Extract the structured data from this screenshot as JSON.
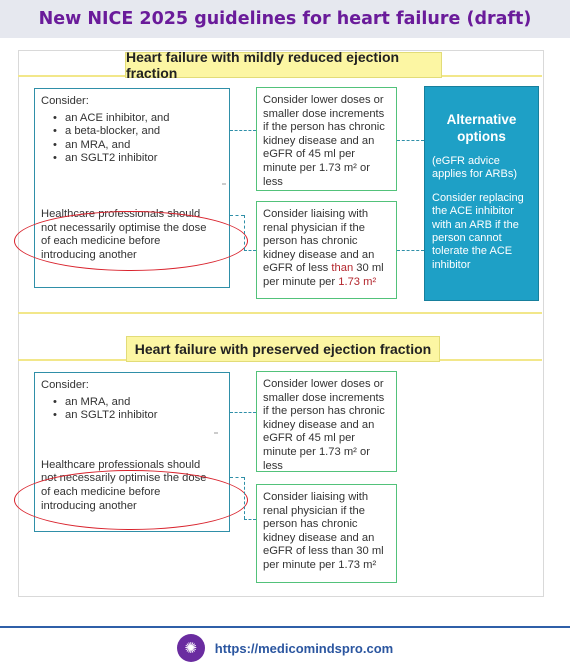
{
  "header": {
    "title": "New NICE 2025 guidelines for heart failure (draft)"
  },
  "section1": {
    "title": "Heart failure with mildly reduced ejection fraction",
    "consider_label": "Consider:",
    "items": [
      "an ACE inhibitor, and",
      "a beta-blocker, and",
      "an MRA, and",
      "an SGLT2 inhibitor"
    ],
    "hcp_note": "Healthcare professionals should not necessarily optimise the dose of each medicine before introducing another",
    "ckd_doses": "Consider lower doses or smaller dose increments if the person has chronic kidney disease and an eGFR of 45 ml per minute per 1.73 m² or less",
    "renal_liaise_a": "Consider liaising with renal physician if the person has chronic kidney disease and an eGFR of less ",
    "renal_than": "than",
    "renal_liaise_b": " 30 ml per minute per ",
    "renal_unit": "1.73 m²"
  },
  "alternative": {
    "title": "Alternative options",
    "egfr_note": "(eGFR advice applies for ARBs)",
    "replace_note": "Consider replacing the ACE inhibitor with an ARB if the person cannot tolerate the ACE inhibitor"
  },
  "section2": {
    "title": "Heart failure with preserved ejection fraction",
    "consider_label": "Consider:",
    "items": [
      "an MRA, and",
      "an SGLT2 inhibitor"
    ],
    "hcp_note": "Healthcare professionals should not necessarily optimise the dose of each medicine before introducing another",
    "ckd_doses": "Consider lower doses or smaller dose increments if the person has chronic kidney disease and an eGFR of 45 ml per minute per 1.73 m² or less",
    "renal_liaise": "Consider liaising with renal physician if the person has chronic kidney disease and an eGFR of less than 30 ml per minute per 1.73 m²"
  },
  "footer": {
    "url": "https://medicomindspro.com",
    "logo_icon": "brain-icon"
  }
}
